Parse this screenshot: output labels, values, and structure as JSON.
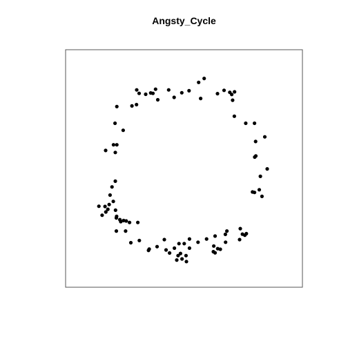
{
  "chart_data": {
    "type": "scatter",
    "title": "Angsty_Cycle",
    "xlabel": "",
    "ylabel": "",
    "axes_shown": false,
    "grid": false,
    "legend": "none",
    "xlim": [
      0,
      100
    ],
    "ylim": [
      0,
      100
    ],
    "marker_color": "#000000",
    "points": [
      [
        59.2,
        91.0
      ],
      [
        56.7,
        89.2
      ],
      [
        57.6,
        81.9
      ],
      [
        52.3,
        85.4
      ],
      [
        49.0,
        84.5
      ],
      [
        45.5,
        82.4
      ],
      [
        43.0,
        85.8
      ],
      [
        37.0,
        86.1
      ],
      [
        35.8,
        84.2
      ],
      [
        38.0,
        81.3
      ],
      [
        34.8,
        84.4
      ],
      [
        32.5,
        83.8
      ],
      [
        28.4,
        85.8
      ],
      [
        29.5,
        84.2
      ],
      [
        26.2,
        78.5
      ],
      [
        28.3,
        79.1
      ],
      [
        19.3,
        78.2
      ],
      [
        18.5,
        70.6
      ],
      [
        22.2,
        67.4
      ],
      [
        17.8,
        60.8
      ],
      [
        19.3,
        60.8
      ],
      [
        14.2,
        58.2
      ],
      [
        18.6,
        57.3
      ],
      [
        65.3,
        84.1
      ],
      [
        68.3,
        85.6
      ],
      [
        70.9,
        84.7
      ],
      [
        73.1,
        84.9
      ],
      [
        71.8,
        83.7
      ],
      [
        72.2,
        81.1
      ],
      [
        73.0,
        73.8
      ],
      [
        78.2,
        70.6
      ],
      [
        82.2,
        70.6
      ],
      [
        86.9,
        64.4
      ],
      [
        82.7,
        62.3
      ],
      [
        82.3,
        55.2
      ],
      [
        82.8,
        55.7
      ],
      [
        88.0,
        49.8
      ],
      [
        84.9,
        46.4
      ],
      [
        84.4,
        40.3
      ],
      [
        82.2,
        39.1
      ],
      [
        81.3,
        39.3
      ],
      [
        85.6,
        37.3
      ],
      [
        18.6,
        44.2
      ],
      [
        17.1,
        41.6
      ],
      [
        16.2,
        37.9
      ],
      [
        17.7,
        35.0
      ],
      [
        15.8,
        33.6
      ],
      [
        13.9,
        32.7
      ],
      [
        15.2,
        31.4
      ],
      [
        11.1,
        32.8
      ],
      [
        14.3,
        30.2
      ],
      [
        12.6,
        28.7
      ],
      [
        18.7,
        31.0
      ],
      [
        19.2,
        28.2
      ],
      [
        20.7,
        26.7
      ],
      [
        22.4,
        26.3
      ],
      [
        19.1,
        27.5
      ],
      [
        21.1,
        25.8
      ],
      [
        23.6,
        26.1
      ],
      [
        25.1,
        25.4
      ],
      [
        28.9,
        25.4
      ],
      [
        19.1,
        21.5
      ],
      [
        23.3,
        21.5
      ],
      [
        25.7,
        16.2
      ],
      [
        29.6,
        17.2
      ],
      [
        34.1,
        13.3
      ],
      [
        33.8,
        12.7
      ],
      [
        37.7,
        14.4
      ],
      [
        41.0,
        17.6
      ],
      [
        41.8,
        12.9
      ],
      [
        43.4,
        11.5
      ],
      [
        45.6,
        13.7
      ],
      [
        46.7,
        8.3
      ],
      [
        47.3,
        10.3
      ],
      [
        48.4,
        11.3
      ],
      [
        49.1,
        8.8
      ],
      [
        47.7,
        15.8
      ],
      [
        50.1,
        15.8
      ],
      [
        50.9,
        10.3
      ],
      [
        52.5,
        17.9
      ],
      [
        52.5,
        13.7
      ],
      [
        51.1,
        7.6
      ],
      [
        56.4,
        16.4
      ],
      [
        60.3,
        17.9
      ],
      [
        63.4,
        12.1
      ],
      [
        64.2,
        11.6
      ],
      [
        64.2,
        19.2
      ],
      [
        63.6,
        14.7
      ],
      [
        65.4,
        13.5
      ],
      [
        66.6,
        13.2
      ],
      [
        69.0,
        16.4
      ],
      [
        68.9,
        20.0
      ],
      [
        69.6,
        21.5
      ],
      [
        75.4,
        17.6
      ],
      [
        75.7,
        22.6
      ],
      [
        76.7,
        20.1
      ],
      [
        77.8,
        19.6
      ],
      [
        78.5,
        20.3
      ]
    ]
  }
}
